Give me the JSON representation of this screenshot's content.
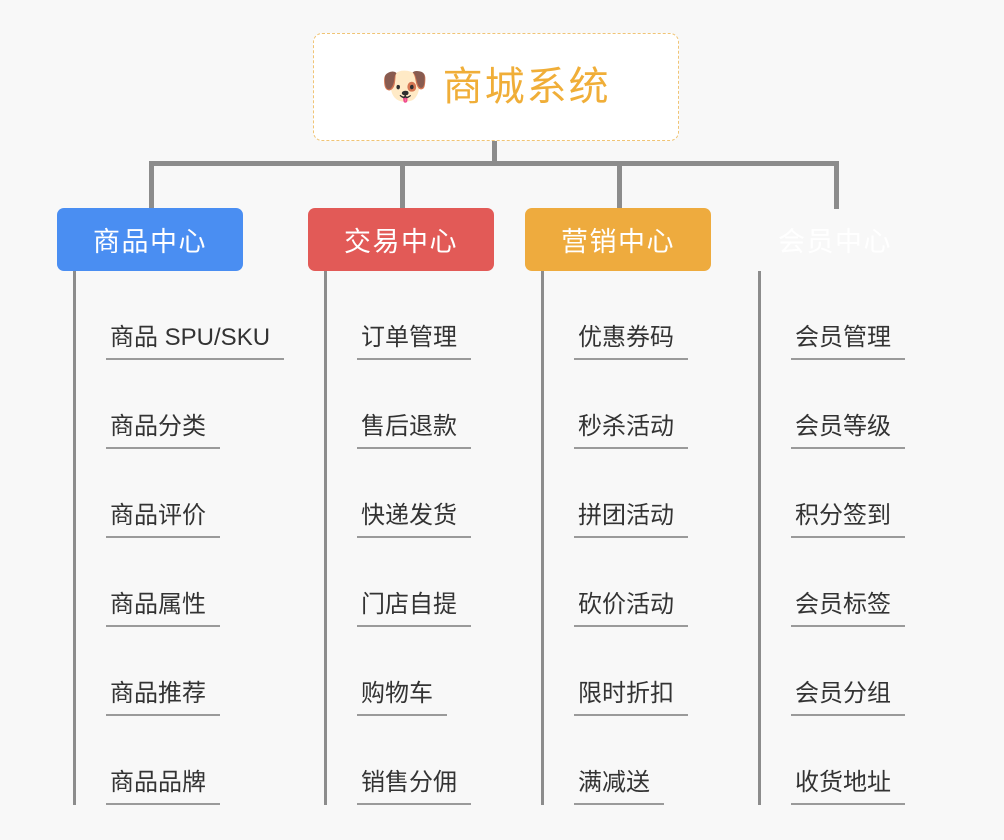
{
  "page": {
    "background_color": "#f8f8f8",
    "connector_color": "#8c8c8c",
    "leaf_text_color": "#333333",
    "leaf_underline_color": "#9a9a9a"
  },
  "root": {
    "icon": "shiba-dog-face-emoji",
    "icon_glyph": "🐶",
    "title": "商城系统",
    "title_color": "#f0ae38",
    "border_color": "#f0c475",
    "background_color": "#ffffff"
  },
  "branches": [
    {
      "title": "商品中心",
      "color": "#4a8ef2",
      "items": [
        "商品 SPU/SKU",
        "商品分类",
        "商品评价",
        "商品属性",
        "商品推荐",
        "商品品牌"
      ]
    },
    {
      "title": "交易中心",
      "color": "#e25a57",
      "items": [
        "订单管理",
        "售后退款",
        "快递发货",
        "门店自提",
        "购物车",
        "销售分佣"
      ]
    },
    {
      "title": "营销中心",
      "color": "#eeab3e",
      "items": [
        "优惠券码",
        "秒杀活动",
        "拼团活动",
        "砍价活动",
        "限时折扣",
        "满减送"
      ]
    },
    {
      "title": "会员中心",
      "color": "#78c council",
      "items": [
        "会员管理",
        "会员等级",
        "积分签到",
        "会员标签",
        "会员分组",
        "收货地址"
      ]
    }
  ]
}
